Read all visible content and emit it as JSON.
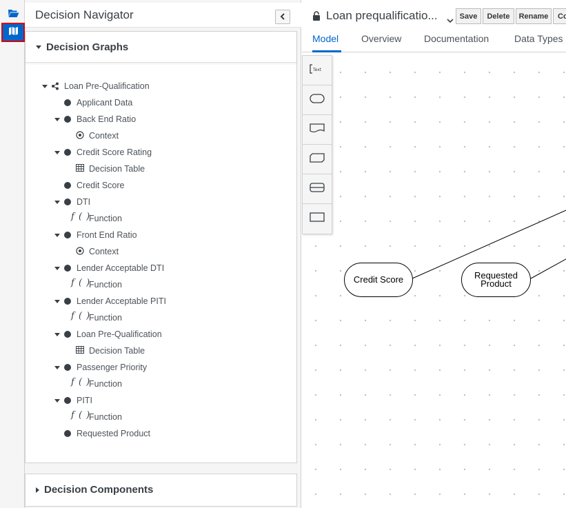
{
  "navigator": {
    "title": "Decision Navigator",
    "graphs_label": "Decision Graphs",
    "components_label": "Decision Components",
    "tree": {
      "root": "Loan Pre-Qualification",
      "nodes": [
        {
          "label": "Applicant Data"
        },
        {
          "label": "Back End Ratio",
          "child": "Context",
          "child_icon": "context-icon"
        },
        {
          "label": "Credit Score Rating",
          "child": "Decision Table",
          "child_icon": "table-icon"
        },
        {
          "label": "Credit Score"
        },
        {
          "label": "DTI",
          "child": "Function",
          "child_icon": "function-icon"
        },
        {
          "label": "Front End Ratio",
          "child": "Context",
          "child_icon": "context-icon"
        },
        {
          "label": "Lender Acceptable DTI",
          "child": "Function",
          "child_icon": "function-icon"
        },
        {
          "label": "Lender Acceptable PITI",
          "child": "Function",
          "child_icon": "function-icon"
        },
        {
          "label": "Loan Pre-Qualification",
          "child": "Decision Table",
          "child_icon": "table-icon"
        },
        {
          "label": "Passenger Priority",
          "child": "Function",
          "child_icon": "function-icon"
        },
        {
          "label": "PITI",
          "child": "Function",
          "child_icon": "function-icon"
        },
        {
          "label": "Requested Product"
        }
      ],
      "function_glyph": "f ( )"
    }
  },
  "editor": {
    "title": "Loan prequalificatio...",
    "buttons": {
      "save": "Save",
      "delete": "Delete",
      "rename": "Rename",
      "copy": "Co"
    },
    "tabs": [
      "Model",
      "Overview",
      "Documentation",
      "Data Types"
    ],
    "active_tab": "Model",
    "palette": [
      "text-annotation-icon",
      "input-data-icon",
      "knowledge-source-icon",
      "bkm-icon",
      "decision-service-icon",
      "decision-icon"
    ],
    "palette_annotation_text": "Text",
    "canvas_nodes": {
      "credit_score": "Credit Score",
      "requested_product_1": "Requested",
      "requested_product_2": "Product"
    }
  },
  "colors": {
    "accent": "#0066cc",
    "selection_outline": "#e00000"
  }
}
